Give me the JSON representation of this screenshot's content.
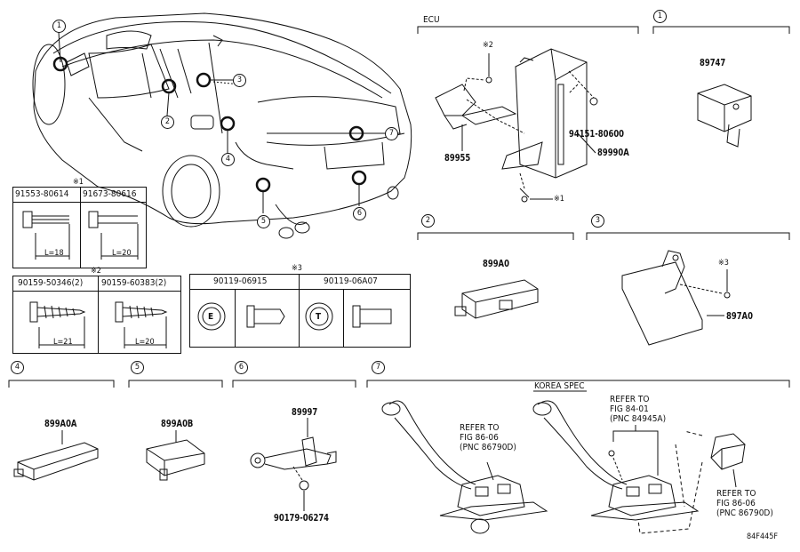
{
  "sections": {
    "ecu": {
      "label": "ECU"
    },
    "s1": {
      "num": "1"
    },
    "s2": {
      "num": "2"
    },
    "s3": {
      "num": "3"
    },
    "s4": {
      "num": "4"
    },
    "s5": {
      "num": "5"
    },
    "s6": {
      "num": "6"
    },
    "s7": {
      "num": "7"
    },
    "korea": {
      "label": "KOREA SPEC"
    }
  },
  "callouts": {
    "c1": "1",
    "c2": "2",
    "c3": "3",
    "c4": "4",
    "c5": "5",
    "c6": "6",
    "c7": "7"
  },
  "parts": {
    "p89747": "89747",
    "p89955": "89955",
    "p89990A": "89990A",
    "p94151": "94151-80600",
    "p899A0": "899A0",
    "p897A0": "897A0",
    "p899A0A": "899A0A",
    "p899A0B": "899A0B",
    "p89997": "89997",
    "p90179": "90179-06274",
    "mark_x1": "※1",
    "mark_x2": "※2",
    "mark_x3": "※3"
  },
  "table1": {
    "mark": "※1",
    "h1": "91553-80614",
    "h2": "91673-80616",
    "l1": "L=18",
    "l2": "L=20"
  },
  "table2": {
    "mark": "※2",
    "h1": "90159-50346(2)",
    "h2": "90159-60383(2)",
    "l1": "L=21",
    "l2": "L=20"
  },
  "table3": {
    "mark": "※3",
    "h1": "90119-06915",
    "h2": "90119-06A07",
    "e": "E",
    "tt": "T"
  },
  "refs": {
    "r1": [
      "REFER TO",
      "FIG 86-06",
      "(PNC 86790D)"
    ],
    "r2": [
      "REFER TO",
      "FIG 84-01",
      "(PNC 84945A)"
    ],
    "r3": [
      "REFER TO",
      "FIG 86-06",
      "(PNC 86790D)"
    ]
  },
  "figure_id": "84F445F"
}
